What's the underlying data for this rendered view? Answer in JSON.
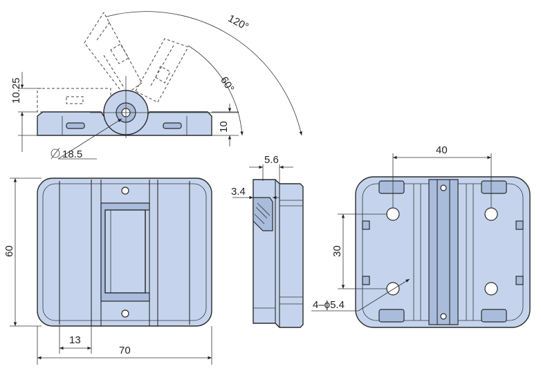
{
  "dimensions": {
    "angle_open": "120°",
    "angle_mid": "60°",
    "height_closed": "10.25",
    "height_base": "10",
    "pin_diameter": "18.5",
    "thickness_top": "5.6",
    "thickness_inner": "3.4",
    "height_overall": "60",
    "offset_left": "13",
    "width_overall": "70",
    "hole_spacing_horizontal": "40",
    "hole_spacing_vertical": "30",
    "mounting_holes": "4–ϕ5.4"
  },
  "colors": {
    "part_fill": "#c5d4ec",
    "outline": "#2a2a2a"
  }
}
